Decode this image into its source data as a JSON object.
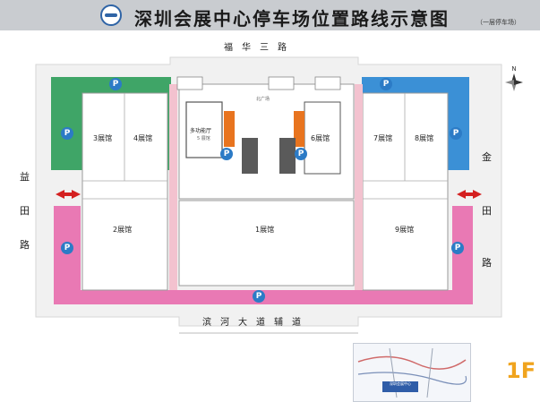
{
  "header": {
    "title": "深圳会展中心停车场位置路线示意图",
    "subtitle": "（一层停车场）"
  },
  "roads": {
    "top": "福华三路",
    "bottom": "滨河大道辅道",
    "left": [
      "益",
      "田",
      "路"
    ],
    "right": [
      "金",
      "田",
      "路"
    ]
  },
  "halls": {
    "h1": "1展馆",
    "h2": "2展馆",
    "h3": "3展馆",
    "h4": "4展馆",
    "h5": "5展馆",
    "h6": "6展馆",
    "h7": "7展馆",
    "h8": "8展馆",
    "h9": "9展馆",
    "multi": "多功能厅",
    "multi_sub": "5 展馆"
  },
  "plaza": "北广场",
  "compass": "N",
  "floor": "1F",
  "minimap_label": "深圳会展中心",
  "parking_symbol": "P",
  "colors": {
    "green_lot": "#3fa567",
    "blue_lot": "#3b90d6",
    "pink_lot": "#e979b4",
    "orange_stair": "#e8741f",
    "parking_icon": "#2c7bc6"
  }
}
